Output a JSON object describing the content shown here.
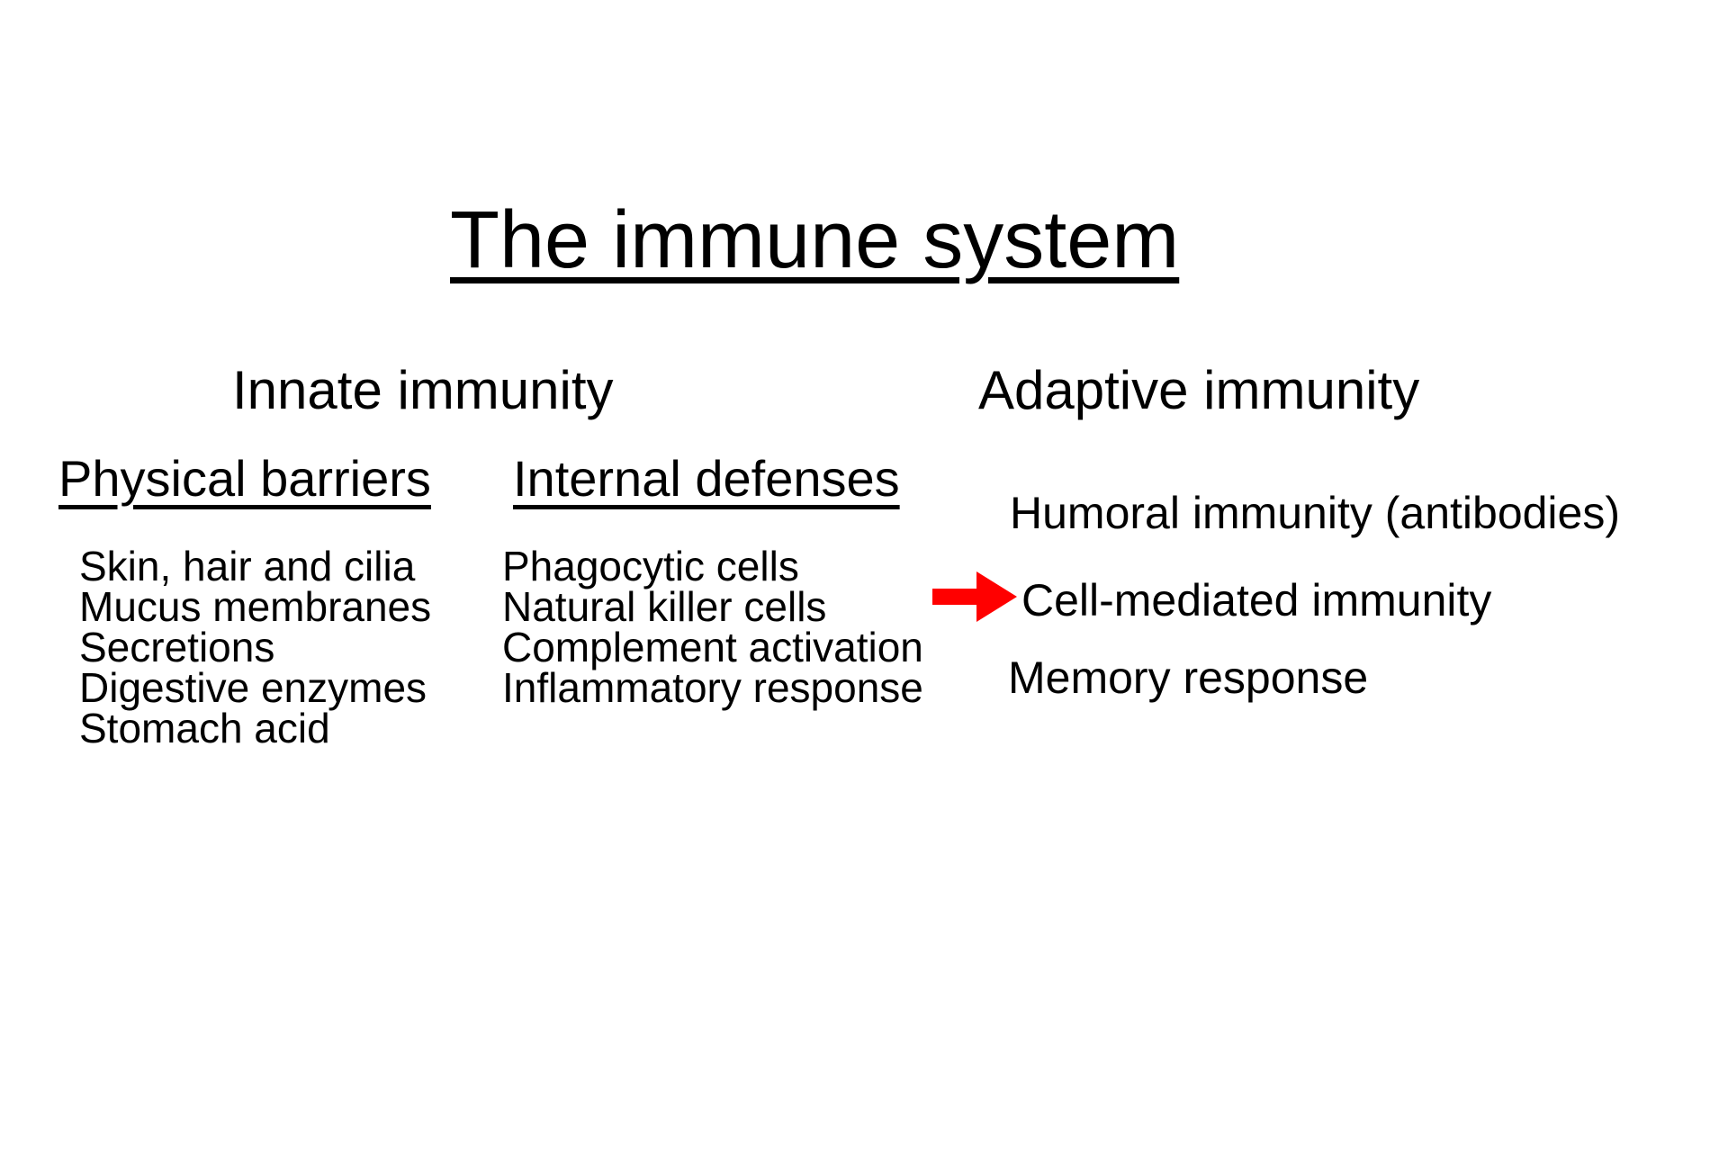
{
  "slide": {
    "title": "The immune system",
    "sections": {
      "innate": {
        "heading": "Innate immunity",
        "physical": {
          "heading": "Physical barriers",
          "items": [
            "Skin, hair and cilia",
            "Mucus membranes",
            "Secretions",
            "Digestive enzymes",
            "Stomach acid"
          ]
        },
        "internal": {
          "heading": "Internal defenses",
          "items": [
            "Phagocytic cells",
            "Natural killer cells",
            "Complement activation",
            "Inflammatory response"
          ]
        }
      },
      "adaptive": {
        "heading": "Adaptive immunity",
        "items": [
          "Humoral immunity (antibodies)",
          "Cell-mediated immunity",
          "Memory response"
        ],
        "highlighted_item": "Cell-mediated immunity"
      }
    },
    "icons": {
      "arrow": "red-right-arrow"
    },
    "colors": {
      "background": "#ffffff",
      "text": "#000000",
      "arrow": "#ff0000"
    }
  }
}
